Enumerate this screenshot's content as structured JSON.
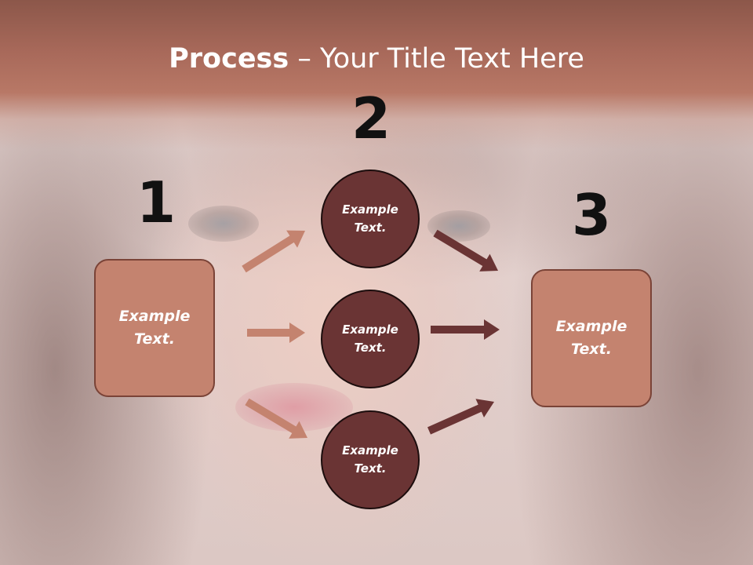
{
  "title": {
    "bold": "Process",
    "rest": " – Your Title Text Here"
  },
  "steps": {
    "one": "1",
    "two": "2",
    "three": "3"
  },
  "nodes": {
    "left_box": "Example Text.",
    "circle_top": "Example Text.",
    "circle_middle": "Example Text.",
    "circle_bottom": "Example Text.",
    "right_box": "Example Text."
  },
  "colors": {
    "header": "#a8695a",
    "box_fill": "#c4836f",
    "box_border": "#7a4337",
    "circle_fill": "#6a3434",
    "arrow_light": "#c4836f",
    "arrow_dark": "#6a3434"
  }
}
